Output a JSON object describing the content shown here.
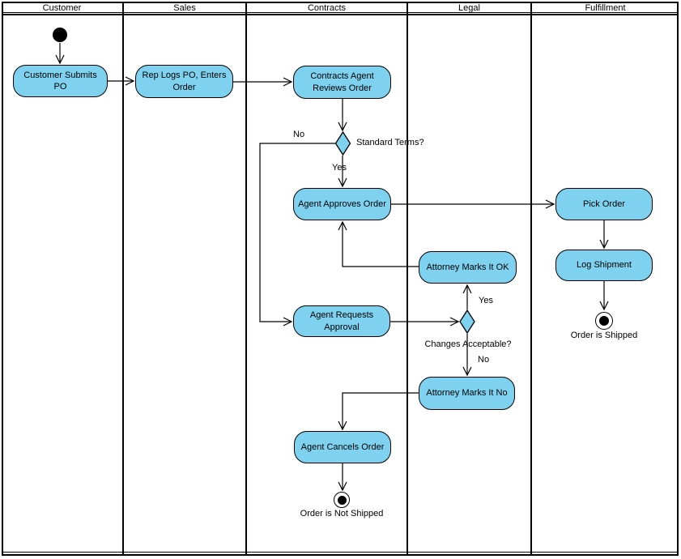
{
  "lanes": [
    {
      "label": "Customer"
    },
    {
      "label": "Sales"
    },
    {
      "label": "Contracts"
    },
    {
      "label": "Legal"
    },
    {
      "label": "Fulfillment"
    }
  ],
  "nodes": {
    "customer_submits_po": {
      "label": "Customer Submits PO",
      "lane": "Customer"
    },
    "rep_logs_po": {
      "label": "Rep Logs PO, Enters Order",
      "lane": "Sales"
    },
    "contracts_agent_reviews_order": {
      "label": "Contracts Agent Reviews Order",
      "lane": "Contracts"
    },
    "agent_approves_order": {
      "label": "Agent Approves Order",
      "lane": "Contracts"
    },
    "agent_requests_approval": {
      "label": "Agent Requests Approval",
      "lane": "Contracts"
    },
    "agent_cancels_order": {
      "label": "Agent Cancels Order",
      "lane": "Contracts"
    },
    "attorney_marks_it_ok": {
      "label": "Attorney Marks It OK",
      "lane": "Legal"
    },
    "attorney_marks_it_no": {
      "label": "Attorney Marks It No",
      "lane": "Legal"
    },
    "pick_order": {
      "label": "Pick Order",
      "lane": "Fulfillment"
    },
    "log_shipment": {
      "label": "Log Shipment",
      "lane": "Fulfillment"
    }
  },
  "decisions": {
    "standard_terms": {
      "label": "Standard Terms?",
      "yes_label": "Yes",
      "no_label": "No"
    },
    "changes_acceptable": {
      "label": "Changes Acceptable?",
      "yes_label": "Yes",
      "no_label": "No"
    }
  },
  "terminals": {
    "order_shipped": {
      "label": "Order is Shipped"
    },
    "order_not_shipped": {
      "label": "Order is Not Shipped"
    }
  },
  "edges": [
    {
      "from": "start",
      "to": "customer_submits_po"
    },
    {
      "from": "customer_submits_po",
      "to": "rep_logs_po"
    },
    {
      "from": "rep_logs_po",
      "to": "contracts_agent_reviews_order"
    },
    {
      "from": "contracts_agent_reviews_order",
      "to": "standard_terms"
    },
    {
      "from": "standard_terms",
      "to": "agent_approves_order",
      "label": "Yes"
    },
    {
      "from": "standard_terms",
      "to": "agent_requests_approval",
      "label": "No"
    },
    {
      "from": "agent_approves_order",
      "to": "pick_order"
    },
    {
      "from": "agent_requests_approval",
      "to": "changes_acceptable"
    },
    {
      "from": "changes_acceptable",
      "to": "attorney_marks_it_ok",
      "label": "Yes"
    },
    {
      "from": "changes_acceptable",
      "to": "attorney_marks_it_no",
      "label": "No"
    },
    {
      "from": "attorney_marks_it_ok",
      "to": "agent_approves_order"
    },
    {
      "from": "attorney_marks_it_no",
      "to": "agent_cancels_order"
    },
    {
      "from": "agent_cancels_order",
      "to": "order_not_shipped"
    },
    {
      "from": "pick_order",
      "to": "log_shipment"
    },
    {
      "from": "log_shipment",
      "to": "order_shipped"
    }
  ],
  "colors": {
    "shape_fill": "#7ED2EF",
    "shape_border": "#000000",
    "background": "#FFFFFF"
  }
}
